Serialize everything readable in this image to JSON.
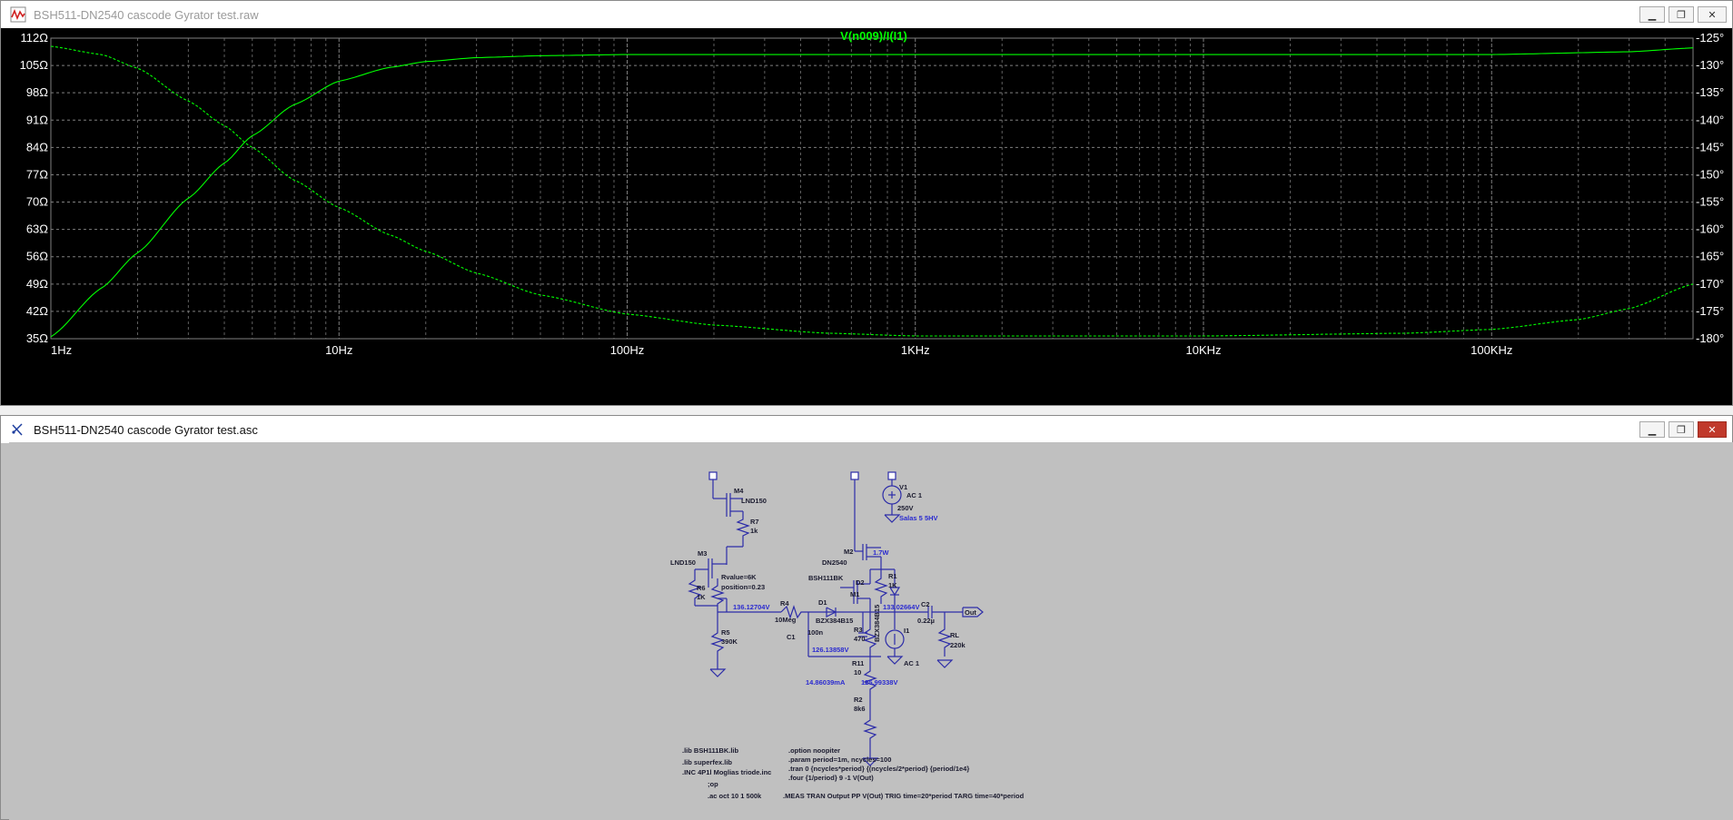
{
  "plot_window": {
    "title": "BSH511-DN2540 cascode Gyrator test.raw",
    "controls": [
      "minimize",
      "restore",
      "close"
    ]
  },
  "schematic_window": {
    "title": "BSH511-DN2540 cascode Gyrator test.asc",
    "controls": [
      "minimize",
      "restore",
      "close"
    ]
  },
  "chart_data": {
    "type": "line",
    "title": "V(n009)/I(I1)",
    "x_scale": "log",
    "x_range": [
      1,
      500000
    ],
    "x_ticks": [
      "1Hz",
      "10Hz",
      "100Hz",
      "1KHz",
      "10KHz",
      "100KHz"
    ],
    "y_left_range": [
      35,
      112
    ],
    "y_left_ticks": [
      "112Ω",
      "105Ω",
      "98Ω",
      "91Ω",
      "84Ω",
      "77Ω",
      "70Ω",
      "63Ω",
      "56Ω",
      "49Ω",
      "42Ω",
      "35Ω"
    ],
    "y_right_range": [
      -180,
      -125
    ],
    "y_right_ticks": [
      "-125°",
      "-130°",
      "-135°",
      "-140°",
      "-145°",
      "-150°",
      "-155°",
      "-160°",
      "-165°",
      "-170°",
      "-175°",
      "-180°"
    ],
    "grid": true,
    "colors": {
      "background": "#000000",
      "trace": "#00ff00",
      "grid": "#7f7f7f",
      "title": "#00ff00"
    },
    "series": [
      {
        "axis": "left",
        "style": "solid",
        "x": [
          1,
          1.5,
          2,
          3,
          4,
          5,
          7,
          10,
          15,
          20,
          30,
          50,
          100,
          1000,
          10000,
          100000,
          300000,
          500000
        ],
        "y": [
          35.5,
          48,
          57,
          71,
          80,
          87,
          95,
          101,
          104.5,
          106,
          107,
          107.5,
          107.8,
          107.8,
          107.8,
          107.8,
          108.5,
          109.5
        ]
      },
      {
        "axis": "right",
        "style": "dashed",
        "x": [
          1,
          1.5,
          2,
          3,
          4,
          5,
          7,
          10,
          15,
          20,
          30,
          50,
          100,
          200,
          500,
          1000,
          10000,
          50000,
          100000,
          200000,
          300000,
          500000
        ],
        "y": [
          -126.5,
          -128,
          -130.5,
          -136.5,
          -141,
          -145,
          -151,
          -156,
          -161,
          -164,
          -168,
          -172,
          -175.5,
          -177.5,
          -179,
          -179.5,
          -179.5,
          -179,
          -178.3,
          -176.5,
          -174.5,
          -170
        ]
      }
    ]
  },
  "schematic": {
    "part_labels": [
      "M4",
      "LND150",
      "R7",
      "1k",
      "M3",
      "LND150",
      "Rvalue=6K",
      "position=0.23",
      "R6",
      "1K",
      "R5",
      "390K",
      "136.12704V",
      "R4",
      "10Meg",
      "M2",
      "1.7W",
      "DN2540",
      "BSH111BK",
      "R1",
      "1K",
      "D2",
      "M1",
      "D1",
      "BZX384B15",
      "BZX384B15",
      "C1",
      "100n",
      "R3",
      "470",
      "133.02664V",
      "C2",
      "0.22µ",
      "Out",
      "I1",
      "AC 1",
      "RL",
      "220k",
      "126.13858V",
      "R11",
      "10",
      "14.86039mA",
      "125.99338V",
      "R2",
      "8k6",
      "V1",
      "AC 1",
      "250V",
      "Salas 5 5HV"
    ],
    "directives_left": [
      ".lib BSH111BK.lib",
      ".lib superfex.lib",
      ".INC 4P1l Moglias triode.inc",
      ";op",
      ".ac oct 10 1 500k"
    ],
    "directives_right": [
      ".option noopiter",
      ".param period=1m, ncycles=100",
      ".tran 0 {ncycles*period} {(ncycles/2*period} {period/1e4}",
      ".four {1/period} 9 -1 V(Out)",
      ".MEAS TRAN Output PP V(Out) TRIG time=20*period TARG time=40*period"
    ]
  }
}
